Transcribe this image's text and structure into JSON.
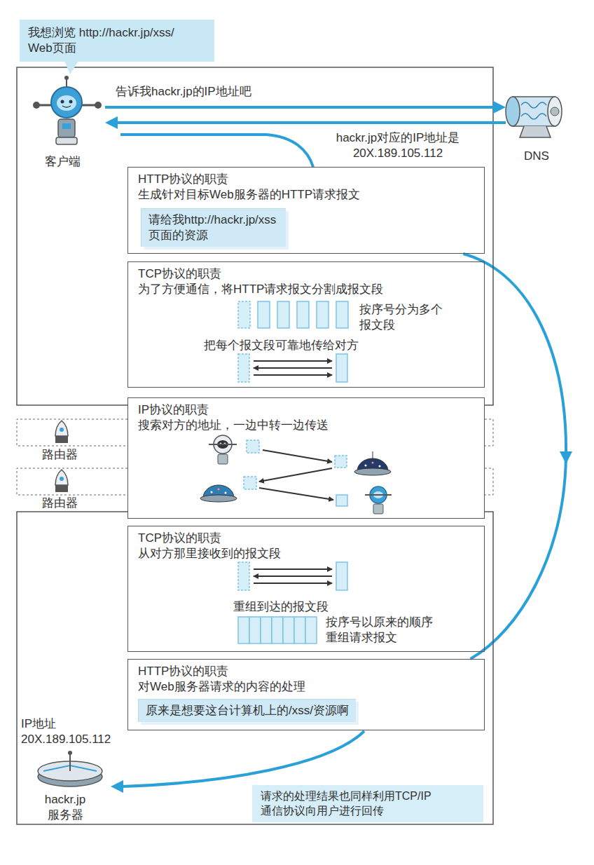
{
  "diagram": {
    "nodes": [
      {
        "text": [
          "我想浏览 http://hackr.jp/xss/ Web页面"
        ]
      },
      {
        "text": [
          "HTTP协议的职责",
          "生成针对目标Web服务器的HTTP请求报文"
        ]
      },
      {
        "text": [
          "请给我http://hackr.jp/xss 页面的资源"
        ],
        "in": 1
      },
      {
        "text": [
          "TCP协议的职责",
          "为了方便通信，将HTTP请求报文分割成报文段",
          "按序号分为多个 报文段",
          "把每个报文段可靠地传给对方"
        ]
      },
      {
        "text": [
          "IP协议的职责",
          "搜索对方的地址，一边中转一边传送"
        ]
      },
      {
        "text": [
          "TCP协议的职责",
          "从对方那里接收到的报文段",
          "重组到达的报文段",
          "按序号以原来的顺序 重组请求报文"
        ]
      },
      {
        "text": [
          "HTTP协议的职责",
          "对Web服务器请求的内容的处理"
        ]
      },
      {
        "text": [
          "原来是想要这台计算机上的/xss/资源啊"
        ],
        "in": 6
      },
      {
        "text": [
          "请求的处理结果也同样利用TCP/IP 通信协议向用户进行回传"
        ]
      }
    ],
    "edges": [
      {
        "from": 1,
        "to": 6,
        "arrow": "to"
      }
    ],
    "labels": [
      "告诉我hackr.jp的IP地址吧",
      "hackr.jp对应的IP地址是 20X.189.105.112",
      "客户端",
      "DNS",
      "路由器",
      "路由器",
      "IP地址 20X.189.105.112",
      "hackr.jp 服务器"
    ]
  }
}
